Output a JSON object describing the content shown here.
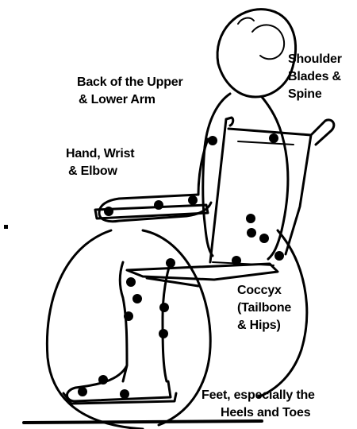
{
  "labels": {
    "shoulder": [
      "Shoulder",
      "Blades &",
      "Spine"
    ],
    "upper_arm": [
      "Back of the Upper",
      "& Lower Arm"
    ],
    "hand": [
      "Hand, Wrist",
      "& Elbow"
    ],
    "coccyx": [
      "Coccyx",
      "(Tailbone",
      "& Hips)"
    ],
    "feet": [
      "Feet, especially the",
      "Heels and Toes"
    ]
  },
  "colors": {
    "ink": "#000000",
    "background": "#ffffff"
  }
}
